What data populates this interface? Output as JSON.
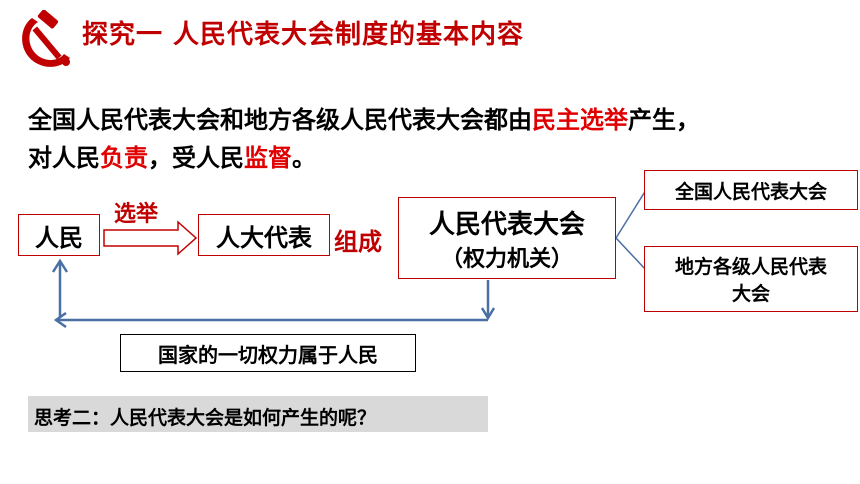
{
  "header": {
    "logo_icon": "hammer-sickle-icon",
    "title": "探究一 人民代表大会制度的基本内容"
  },
  "paragraph": {
    "line1_part1": "全国人民代表大会和地方各级人民代表大会都由",
    "line1_highlight": "民主选举",
    "line1_part2": "产生，",
    "line2_part1": "对人民",
    "line2_highlight1": "负责",
    "line2_part2": "，受人民",
    "line2_highlight2": "监督",
    "line2_part3": "。"
  },
  "diagram": {
    "people": "人民",
    "elect_label": "选举",
    "deputies": "人大代表",
    "compose_label": "组成",
    "congress_line1": "人民代表大会",
    "congress_line2": "（权力机关）",
    "national_congress": "全国人民代表大会",
    "local_congress_line1": "地方各级人民代表",
    "local_congress_line2": "大会",
    "power_caption": "国家的一切权力属于人民"
  },
  "question": "思考二：人民代表大会是如何产生的呢？",
  "colors": {
    "title_red": "#c00000",
    "highlight_red": "#e00000",
    "arrow_blue": "#4a6fa5",
    "gray_bg": "#d9d9d9"
  }
}
